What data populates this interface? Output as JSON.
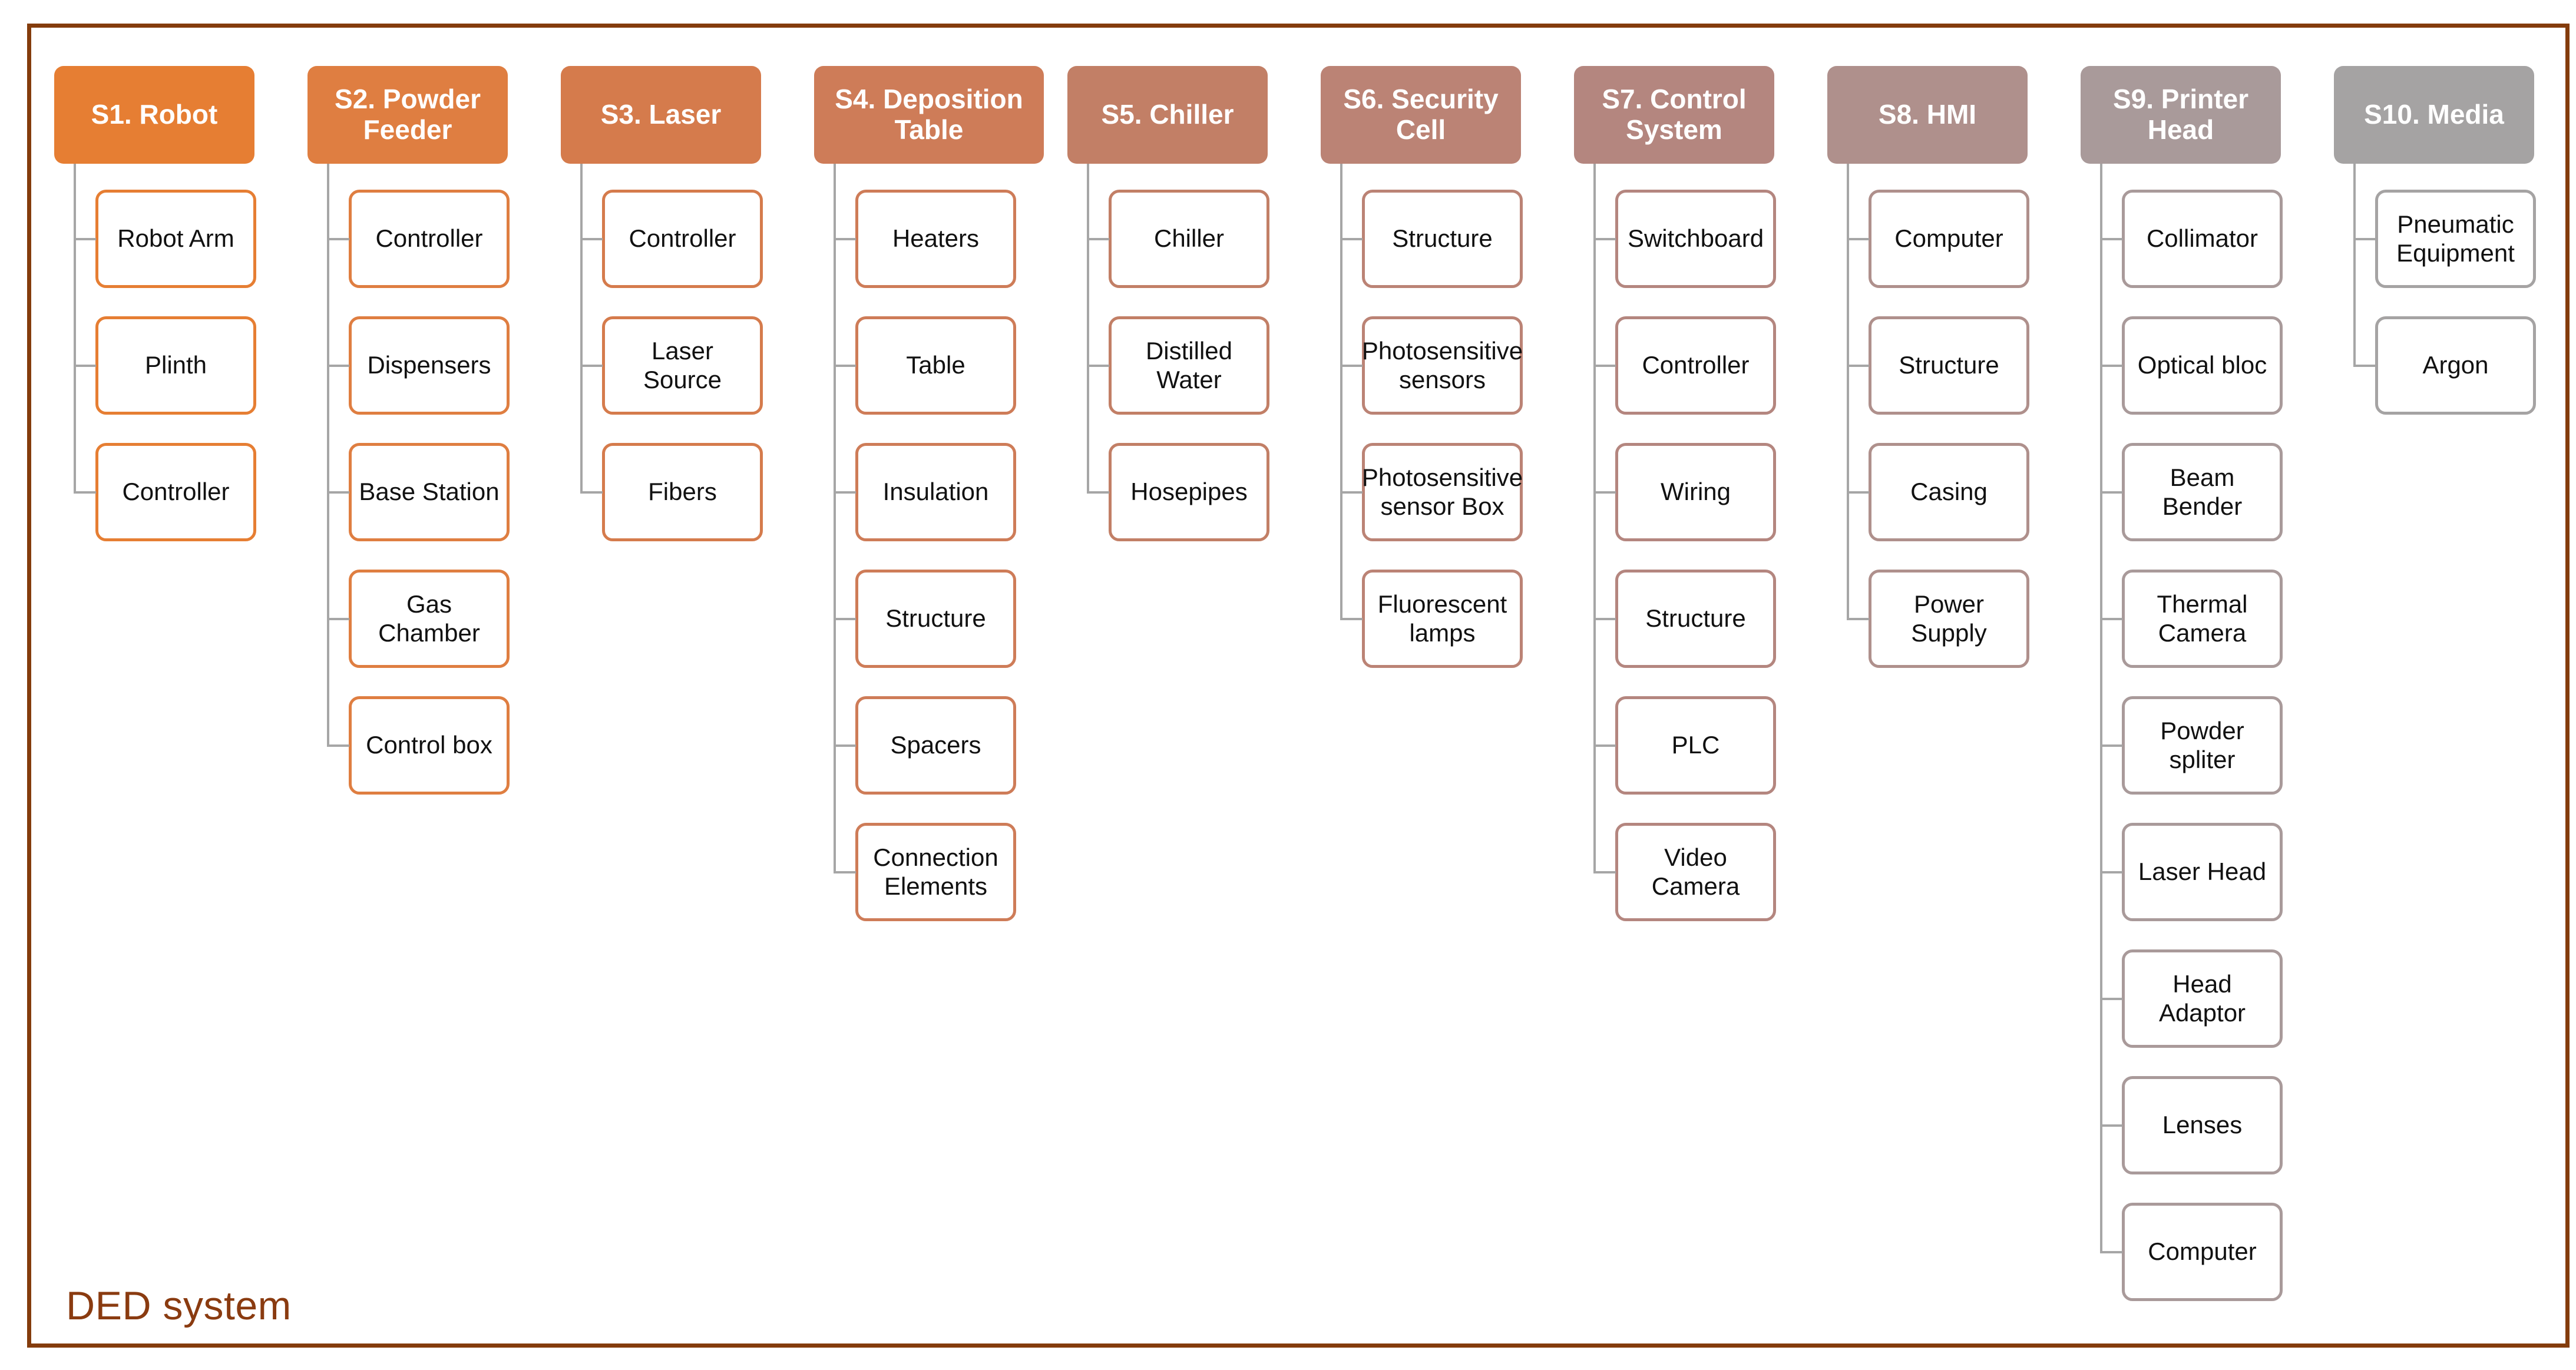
{
  "diagram": {
    "title": "DED system",
    "frame_color": "#843C0C",
    "title_color": "#8A3B10",
    "connector_color": "#A6A6A6",
    "box_fill": "#FFFFFF",
    "box_text_color": "#111111",
    "header_text_color": "#FFFFFF",
    "subsystems": [
      {
        "label": "S1. Robot",
        "color": "#E67E33",
        "components": [
          "Robot Arm",
          "Plinth",
          "Controller"
        ]
      },
      {
        "label": "S2. Powder Feeder",
        "color": "#DF7E41",
        "components": [
          "Controller",
          "Dispensers",
          "Base Station",
          "Gas Chamber",
          "Control box"
        ]
      },
      {
        "label": "S3. Laser",
        "color": "#D57B4C",
        "components": [
          "Controller",
          "Laser Source",
          "Fibers"
        ]
      },
      {
        "label": "S4. Deposition Table",
        "color": "#CE7C58",
        "components": [
          "Heaters",
          "Table",
          "Insulation",
          "Structure",
          "Spacers",
          "Connection Elements"
        ]
      },
      {
        "label": "S5. Chiller",
        "color": "#C27F66",
        "components": [
          "Chiller",
          "Distilled Water",
          "Hosepipes"
        ]
      },
      {
        "label": "S6. Security Cell",
        "color": "#BB8375",
        "components": [
          "Structure",
          "Photosensitive sensors",
          "Photosensitive sensor Box",
          "Fluorescent lamps"
        ]
      },
      {
        "label": "S7. Control System",
        "color": "#B4867F",
        "components": [
          "Switchboard",
          "Controller",
          "Wiring",
          "Structure",
          "PLC",
          "Video Camera"
        ]
      },
      {
        "label": "S8. HMI",
        "color": "#AF908C",
        "components": [
          "Computer",
          "Structure",
          "Casing",
          "Power Supply"
        ]
      },
      {
        "label": "S9. Printer Head",
        "color": "#A99A9A",
        "components": [
          "Collimator",
          "Optical bloc",
          "Beam Bender",
          "Thermal Camera",
          "Powder spliter",
          "Laser Head",
          "Head Adaptor",
          "Lenses",
          "Computer"
        ]
      },
      {
        "label": "S10. Media",
        "color": "#A5A3A3",
        "components": [
          "Pneumatic Equipment",
          "Argon"
        ]
      }
    ]
  }
}
